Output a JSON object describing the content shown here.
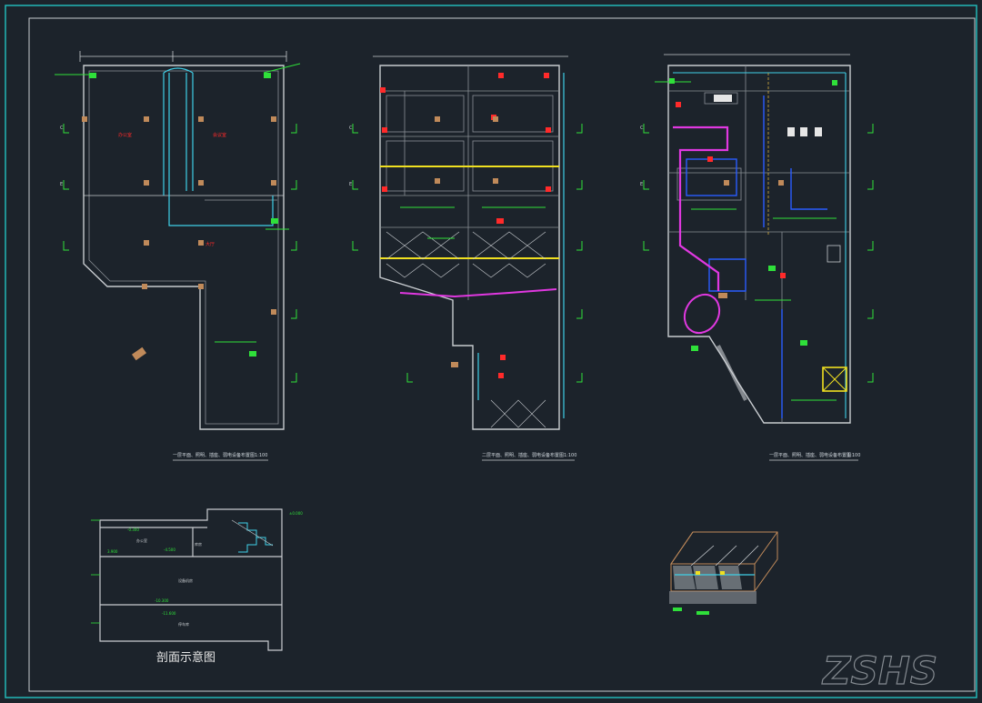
{
  "canvas": {
    "background": "#1c232b",
    "frame_color": "#22b8b8",
    "line_color": "#c8ccd0"
  },
  "plans": [
    {
      "id": "left",
      "caption": "一层平面、照明、插座、弱电设备布置图",
      "scale": "1:100",
      "label_c": "C",
      "label_e": "E",
      "red_room_a": "办公室",
      "red_room_b": "会议室",
      "red_room_c": "大厅"
    },
    {
      "id": "middle",
      "caption": "二层平面、照明、插座、弱电设备布置图",
      "scale": "1:100",
      "label_c": "C",
      "label_e": "E"
    },
    {
      "id": "right",
      "caption": "一层平面、照明、插座、弱电设备布置图",
      "scale": "1:100",
      "label_c": "C",
      "label_e": "E"
    }
  ],
  "section": {
    "title": "剖面示意图",
    "levels": [
      "-0.300",
      "-4.500",
      "-10.300",
      "-11.600",
      "±0.000",
      "3.900"
    ],
    "rooms": [
      "办公室",
      "库房",
      "设备机房",
      "停车库"
    ]
  },
  "colors": {
    "cyan": "#3fd0e8",
    "green": "#2fe03a",
    "red": "#ff2a2a",
    "yellow": "#f0e020",
    "magenta": "#e038e0",
    "blue": "#2a5cff",
    "orange": "#c08a5a"
  },
  "watermark": "ZSHS"
}
